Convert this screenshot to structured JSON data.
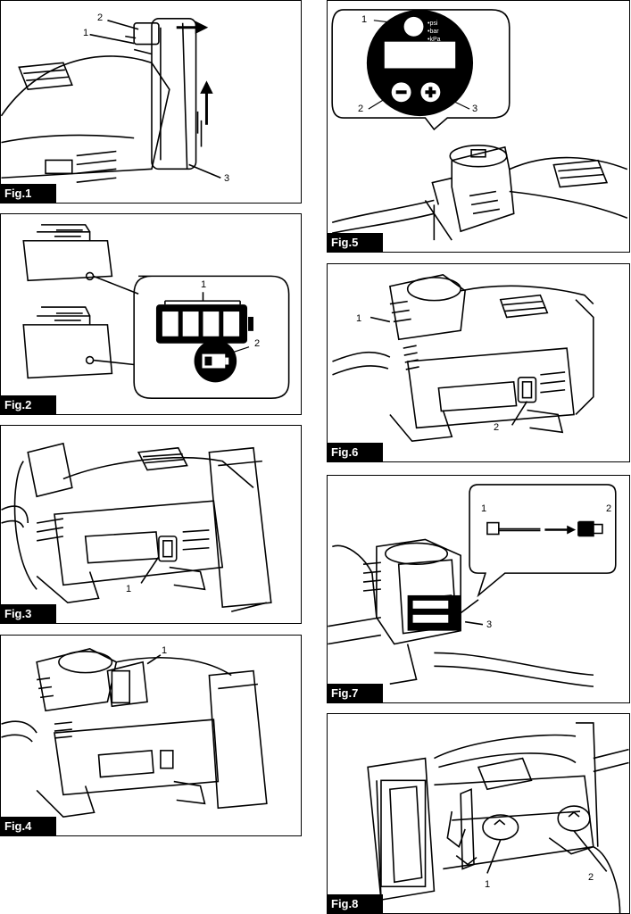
{
  "figures": [
    {
      "label": "Fig.1",
      "callouts": [
        "1",
        "2",
        "3"
      ]
    },
    {
      "label": "Fig.2",
      "callouts": [
        "1",
        "2"
      ]
    },
    {
      "label": "Fig.3",
      "callouts": [
        "1"
      ]
    },
    {
      "label": "Fig.4",
      "callouts": [
        "1"
      ]
    },
    {
      "label": "Fig.5",
      "callouts": [
        "1",
        "2",
        "3"
      ],
      "units": [
        "•psi",
        "•bar",
        "•kPa"
      ]
    },
    {
      "label": "Fig.6",
      "callouts": [
        "1",
        "2"
      ]
    },
    {
      "label": "Fig.7",
      "callouts": [
        "1",
        "2",
        "3"
      ]
    },
    {
      "label": "Fig.8",
      "callouts": [
        "1",
        "2"
      ]
    }
  ]
}
